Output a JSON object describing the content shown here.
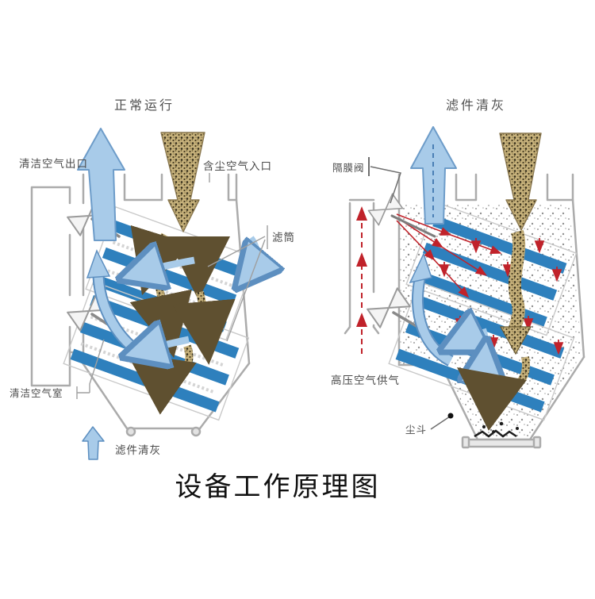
{
  "page": {
    "main_title": "设备工作原理图",
    "background": "#ffffff"
  },
  "left_diagram": {
    "title": "正常运行",
    "labels": {
      "clean_air_outlet": "清洁空气出口",
      "dusty_air_inlet": "含尘空气入口",
      "filter_cartridge": "滤筒",
      "clean_air_chamber": "清洁空气室",
      "filter_cleaning": "滤件清灰"
    }
  },
  "right_diagram": {
    "title": "滤件清灰",
    "labels": {
      "diaphragm_valve": "隔膜阀",
      "high_pressure_air_supply": "高压空气供气",
      "dust_hopper": "尘斗"
    }
  },
  "colors": {
    "filter_blue": "#2e80bd",
    "airflow_blue_fill": "#a8cbe9",
    "airflow_blue_stroke": "#5d8fc0",
    "dust_tan": "#c7b27c",
    "dust_dark": "#45391d",
    "structure_gray": "#ababab",
    "label_gray": "#4a4a4a",
    "jet_red": "#c0222a",
    "title_black": "#111111"
  }
}
